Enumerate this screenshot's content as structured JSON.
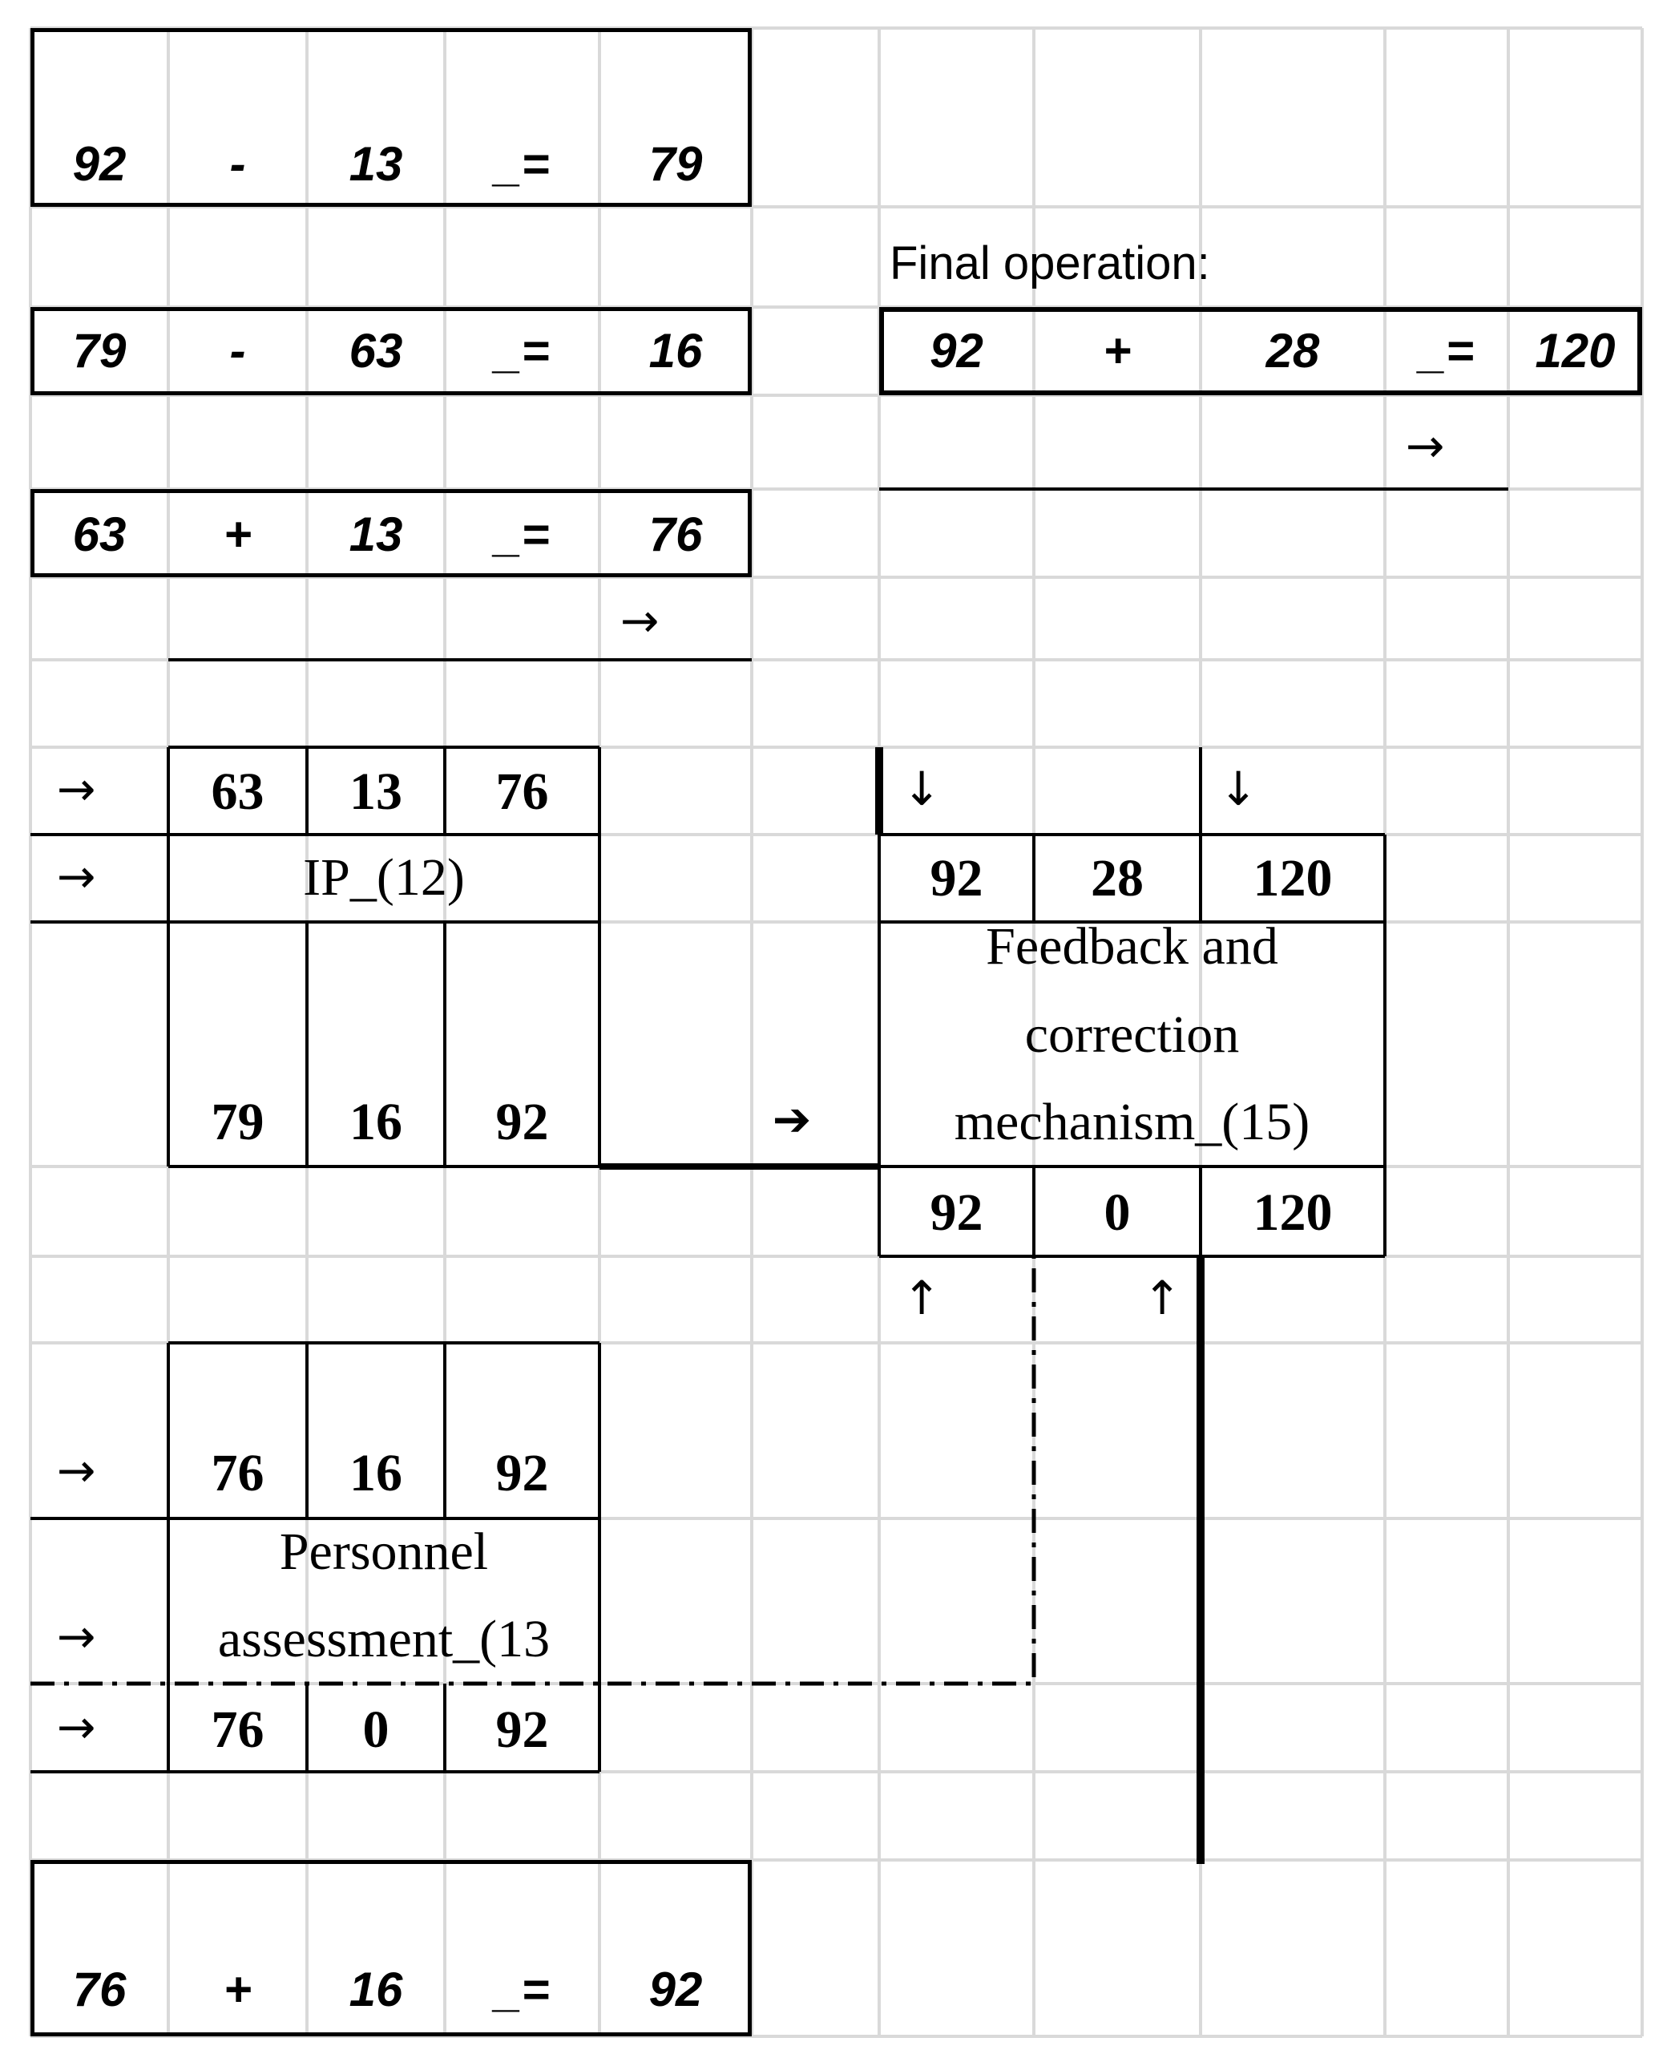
{
  "equations": {
    "eq1": {
      "a": "92",
      "op": "-",
      "b": "13",
      "eq": "_=",
      "r": "79"
    },
    "eq2": {
      "a": "79",
      "op": "-",
      "b": "63",
      "eq": "_=",
      "r": "16"
    },
    "eq3": {
      "a": "63",
      "op": "+",
      "b": "13",
      "eq": "_=",
      "r": "76"
    },
    "eq4": {
      "a": "76",
      "op": "+",
      "b": "16",
      "eq": "_=",
      "r": "92"
    },
    "final_label": "Final operation:",
    "final": {
      "a": "92",
      "op": "+",
      "b": "28",
      "eq": "_=",
      "r": "120"
    }
  },
  "ip_block": {
    "top": [
      "63",
      "13",
      "76"
    ],
    "label": "IP_(12)",
    "bottom": [
      "79",
      "16",
      "92"
    ]
  },
  "personnel_block": {
    "top": [
      "76",
      "16",
      "92"
    ],
    "label_line1": "Personnel",
    "label_line2": "assessment_(13",
    "bottom": [
      "76",
      "0",
      "92"
    ]
  },
  "feedback_block": {
    "top": [
      "92",
      "28",
      "120"
    ],
    "label_line1": "Feedback and",
    "label_line2": "correction",
    "label_line3": "mechanism_(15)",
    "bottom": [
      "92",
      "0",
      "120"
    ]
  },
  "arrows": {
    "right": "→",
    "down": "↓",
    "up": "↑",
    "right_bold": "➔"
  }
}
